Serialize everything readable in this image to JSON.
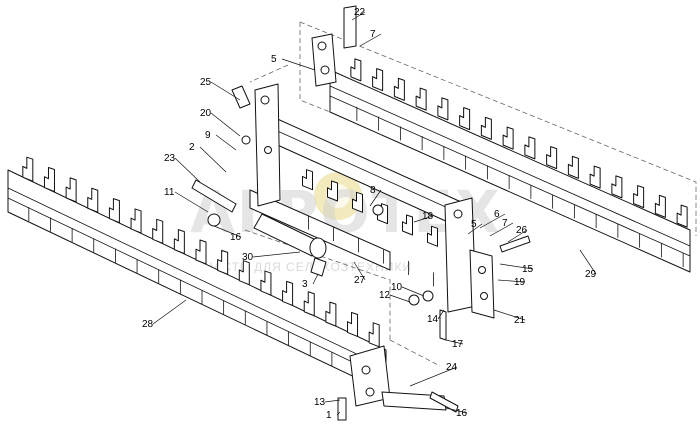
{
  "diagram": {
    "watermark": {
      "logo": "АГРОТЕХ",
      "subtitle": "ЗАПЧАСТИ ДЛЯ СЕЛЬХОЗТЕХНИКИ",
      "logo_color": "#d9c040"
    },
    "callouts": [
      "22",
      "7",
      "5",
      "25",
      "20",
      "9",
      "2",
      "23",
      "11",
      "16",
      "8",
      "18",
      "6",
      "5",
      "7",
      "26",
      "15",
      "19",
      "21",
      "14",
      "17",
      "12",
      "10",
      "30",
      "3",
      "27",
      "29",
      "28",
      "24",
      "13",
      "1",
      "16"
    ],
    "colors": {
      "line": "#111111",
      "background": "#ffffff",
      "watermark": "#cfcfcf"
    }
  }
}
